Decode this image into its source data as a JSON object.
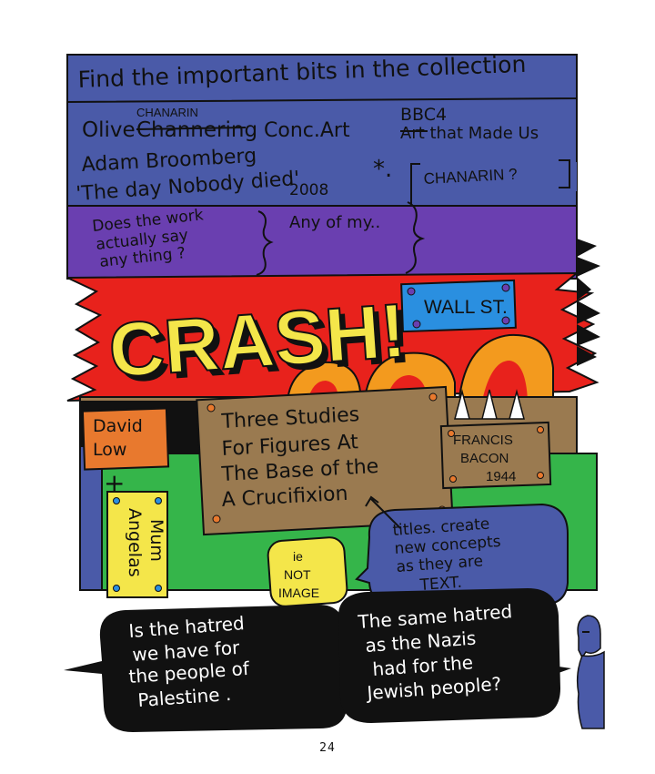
{
  "header": {
    "title": "Find the important bits in the collection"
  },
  "notes": {
    "line1_name": "Olive",
    "line1_correction": "CHANARIN",
    "line1_struck": "Channering",
    "line1_tail": "Conc.Art",
    "bbc": "BBC4",
    "art_that_made_us": "Art that Made Us",
    "adam": "Adam Broomberg",
    "day_nobody": "'The day Nobody died'",
    "year": "2008",
    "asterisk": "*.",
    "chanarin_q": "CHANARIN ?"
  },
  "purple_band": {
    "question": [
      "Does the work",
      "actually say",
      "any thing ?"
    ],
    "any_of_my": "Any of my.."
  },
  "crash_band": {
    "crash": "CRASH!",
    "wall_st": "WALL ST."
  },
  "labels": {
    "david_low": [
      "David",
      "Low"
    ],
    "three_studies": [
      "Three Studies",
      "For Figures At",
      "The Base of the",
      "A Crucifixion"
    ],
    "francis_bacon": [
      "FRANCIS",
      "BACON",
      "1944"
    ],
    "angelas_mum": [
      "Angelas",
      "Mum"
    ],
    "cross": "+",
    "ie_not_image": [
      "ie",
      "NOT",
      "IMAGE"
    ],
    "titles_note": [
      "titles. create",
      "new concepts",
      "as they are",
      "TEXT."
    ]
  },
  "speech": {
    "left": [
      "Is the hatred",
      "we have for",
      "the people of",
      "Palestine ."
    ],
    "right": [
      "The same hatred",
      "as the Nazis",
      "had for the",
      "Jewish people?"
    ]
  },
  "page_number": "24",
  "colors": {
    "blue": "#4a5aa8",
    "purple": "#6a3fb0",
    "red": "#e8221c",
    "green": "#35b54a",
    "brown": "#9a7a50",
    "yellow": "#f4e64a",
    "orange": "#e8792e",
    "sky": "#2a8fe0",
    "black": "#111111"
  }
}
